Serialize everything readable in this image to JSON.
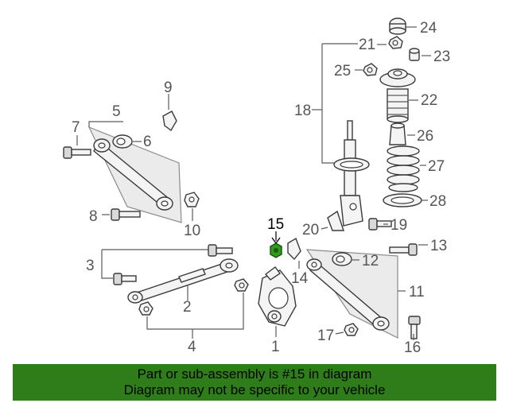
{
  "diagram": {
    "callouts": [
      {
        "id": "1",
        "label": "1"
      },
      {
        "id": "2",
        "label": "2"
      },
      {
        "id": "3",
        "label": "3"
      },
      {
        "id": "4",
        "label": "4"
      },
      {
        "id": "5",
        "label": "5"
      },
      {
        "id": "6",
        "label": "6"
      },
      {
        "id": "7",
        "label": "7"
      },
      {
        "id": "8",
        "label": "8"
      },
      {
        "id": "9",
        "label": "9"
      },
      {
        "id": "10",
        "label": "10"
      },
      {
        "id": "11",
        "label": "11"
      },
      {
        "id": "12",
        "label": "12"
      },
      {
        "id": "13",
        "label": "13"
      },
      {
        "id": "14",
        "label": "14"
      },
      {
        "id": "15",
        "label": "15"
      },
      {
        "id": "16",
        "label": "16"
      },
      {
        "id": "17",
        "label": "17"
      },
      {
        "id": "18",
        "label": "18"
      },
      {
        "id": "19",
        "label": "19"
      },
      {
        "id": "20",
        "label": "20"
      },
      {
        "id": "21",
        "label": "21"
      },
      {
        "id": "22",
        "label": "22"
      },
      {
        "id": "23",
        "label": "23"
      },
      {
        "id": "24",
        "label": "24"
      },
      {
        "id": "25",
        "label": "25"
      },
      {
        "id": "26",
        "label": "26"
      },
      {
        "id": "27",
        "label": "27"
      },
      {
        "id": "28",
        "label": "28"
      }
    ],
    "highlighted_part": "15",
    "highlight_color": "#2e7d1a"
  },
  "banner": {
    "line1": "Part or sub-assembly is #15 in diagram",
    "line2": "Diagram may not be specific to your vehicle",
    "background": "#2e7d1a"
  }
}
